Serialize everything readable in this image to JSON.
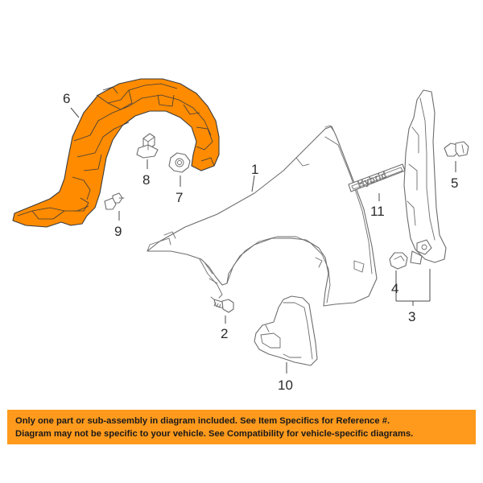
{
  "diagram": {
    "callouts": {
      "c1": "1",
      "c2": "2",
      "c3": "3",
      "c4": "4",
      "c5": "5",
      "c6": "6",
      "c7": "7",
      "c8": "8",
      "c9": "9",
      "c10": "10",
      "c11": "11"
    },
    "emblem_text": "Hybrid",
    "highlight_color": "#ff8b00"
  },
  "notice": {
    "line1": "Only one part or sub-assembly in diagram included. See Item Specifics for Reference #.",
    "line2": "Diagram may not be specific to your vehicle. See Compatibility for vehicle-specific diagrams.",
    "background": "#ff9a1c"
  }
}
